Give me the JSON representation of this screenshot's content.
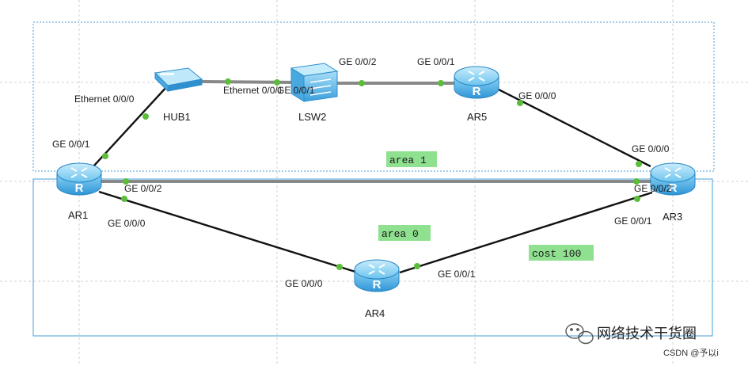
{
  "colors": {
    "accent": "#5bbd3a",
    "area_tag_bg": "#8fe08f",
    "router_body": "#4fb3e8",
    "box_border": "#4a9fd8",
    "grid": "#cccccc"
  },
  "devices": {
    "hub1": {
      "label": "HUB1",
      "icon": "hub-icon"
    },
    "lsw2": {
      "label": "LSW2",
      "icon": "switch-icon"
    },
    "ar1": {
      "label": "AR1",
      "icon": "router-icon"
    },
    "ar3": {
      "label": "AR3",
      "icon": "router-icon"
    },
    "ar4": {
      "label": "AR4",
      "icon": "router-icon"
    },
    "ar5": {
      "label": "AR5",
      "icon": "router-icon"
    }
  },
  "interfaces": {
    "hub1_eth": "Ethernet 0/0/0",
    "hub1_eth_right": "Ethernet 0/0/1",
    "lsw2_ge001": "GE 0/0/1",
    "lsw2_ge002": "GE 0/0/2",
    "ar5_ge001": "GE 0/0/1",
    "ar5_ge000": "GE 0/0/0",
    "ar1_ge001": "GE 0/0/1",
    "ar1_ge002": "GE 0/0/2",
    "ar1_ge000": "GE 0/0/0",
    "ar3_ge000": "GE 0/0/0",
    "ar3_ge002": "GE 0/0/2",
    "ar3_ge001": "GE 0/0/1",
    "ar4_ge000": "GE 0/0/0",
    "ar4_ge001": "GE 0/0/1"
  },
  "tags": {
    "area1": "area 1",
    "area0": "area 0",
    "cost": "cost 100"
  },
  "watermark": {
    "brand": "网络技术干货圈",
    "credit": "CSDN @予以i",
    "icon": "wechat-icon"
  }
}
